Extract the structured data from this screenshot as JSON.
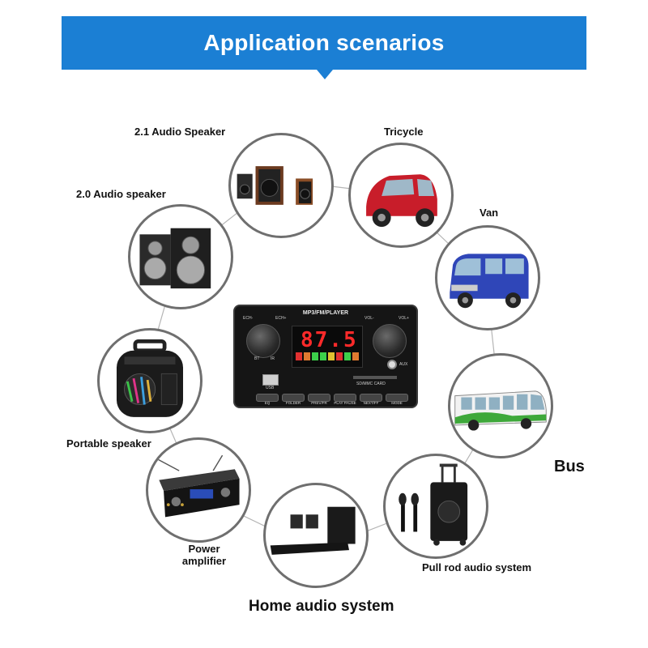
{
  "banner": {
    "title": "Application scenarios"
  },
  "board": {
    "title": "MP3/FM/PLAYER",
    "freq": "87.5",
    "knob_left_labels": [
      "ECH-",
      "ECH+"
    ],
    "knob_right_labels": [
      "VOL-",
      "VOL+"
    ],
    "bt": "BT",
    "ir": "IR",
    "aux": "AUX",
    "usb": "USB",
    "sd": "SD/MMC CARD",
    "buttons": [
      "EQ",
      "FOLDER",
      "PREV/FR",
      "PLAY PAUSE",
      "NEXT/FF",
      "MODE"
    ],
    "accent_color": "#ff2a2a"
  },
  "scenarios": [
    {
      "label": "2.1 Audio Speaker",
      "icon": "speaker-2-1-icon"
    },
    {
      "label": "Tricycle",
      "icon": "tricycle-icon"
    },
    {
      "label": "2.0 Audio speaker",
      "icon": "speaker-2-0-icon"
    },
    {
      "label": "Van",
      "icon": "van-icon"
    },
    {
      "label": "Portable speaker",
      "icon": "portable-speaker-icon"
    },
    {
      "label": "Bus",
      "icon": "bus-icon"
    },
    {
      "label": "Power amplifier",
      "icon": "power-amplifier-icon"
    },
    {
      "label": "Pull rod audio system",
      "icon": "pull-rod-speaker-icon"
    },
    {
      "label": "Home audio system",
      "icon": "soundbar-icon"
    }
  ],
  "colors": {
    "banner": "#1b7fd4",
    "circle_border": "#6f6f6f"
  }
}
